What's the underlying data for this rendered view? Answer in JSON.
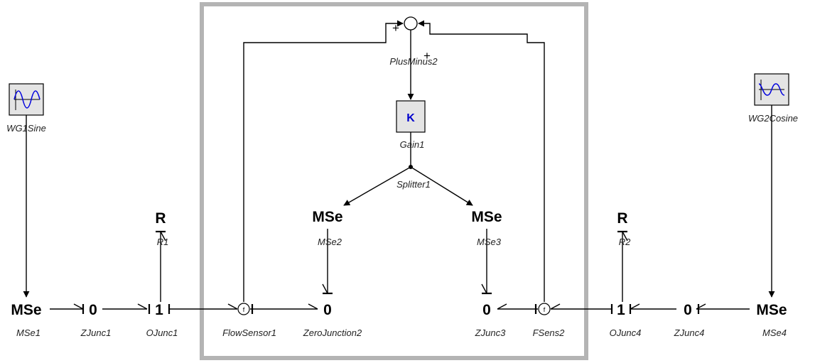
{
  "submodel": {
    "color": "#b4b4b4"
  },
  "signals": {
    "plus_minus": {
      "label": "PlusMinus2",
      "sign_left": "+",
      "sign_right": "+"
    },
    "gain": {
      "label": "Gain1",
      "symbol": "K",
      "symbol_color": "#0000cc"
    },
    "splitter": {
      "label": "Splitter1"
    },
    "wg1": {
      "label": "WG1Sine",
      "icon": "sine-wave-icon"
    },
    "wg2": {
      "label": "WG2Cosine",
      "icon": "cosine-wave-icon"
    }
  },
  "elements": {
    "mse1": {
      "symbol": "MSe",
      "label": "MSe1"
    },
    "zjunc1": {
      "symbol": "0",
      "label": "ZJunc1"
    },
    "ojunc1": {
      "symbol": "1",
      "label": "OJunc1"
    },
    "r1": {
      "symbol": "R",
      "label": "R1"
    },
    "flowsensor1": {
      "symbol": "f",
      "label": "FlowSensor1"
    },
    "zerojunction2": {
      "symbol": "0",
      "label": "ZeroJunction2"
    },
    "mse2": {
      "symbol": "MSe",
      "label": "MSe2"
    },
    "mse3": {
      "symbol": "MSe",
      "label": "MSe3"
    },
    "zjunc3": {
      "symbol": "0",
      "label": "ZJunc3"
    },
    "fsens2": {
      "symbol": "f",
      "label": "FSens2"
    },
    "ojunc4": {
      "symbol": "1",
      "label": "OJunc4"
    },
    "r2": {
      "symbol": "R",
      "label": "R2"
    },
    "zjunc4": {
      "symbol": "0",
      "label": "ZJunc4"
    },
    "mse4": {
      "symbol": "MSe",
      "label": "MSe4"
    }
  }
}
